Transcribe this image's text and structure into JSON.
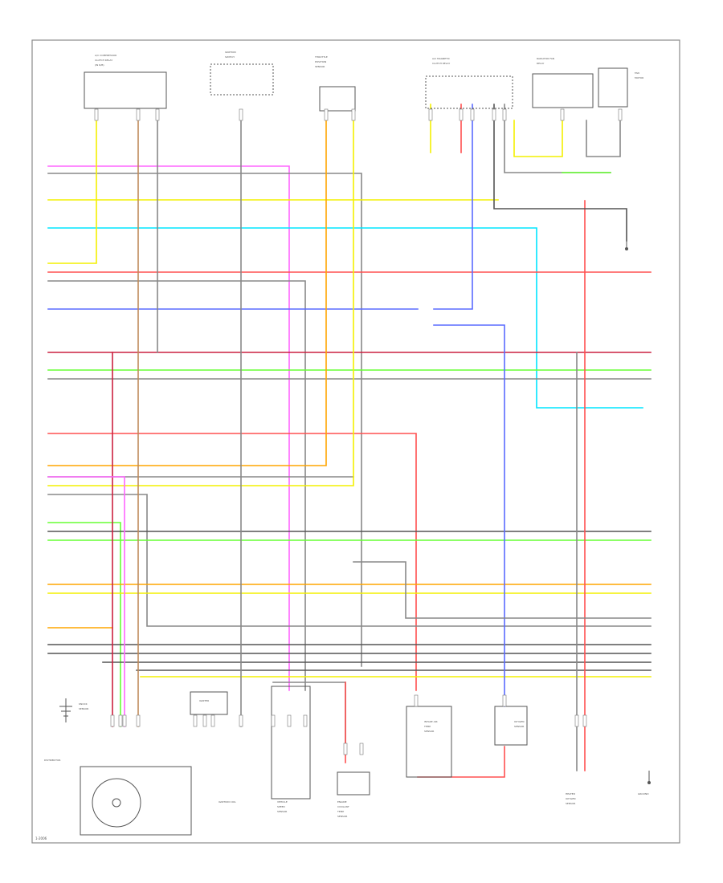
{
  "page_label": "1-2006",
  "colors": {
    "yellow": "#f4f000",
    "red": "#ff5050",
    "darkred": "#cc2040",
    "green": "#66ff33",
    "cyan": "#00e5ff",
    "blue": "#5a6bff",
    "pink": "#ff66ff",
    "orange": "#ffa500",
    "gray": "#888888",
    "darkgray": "#555555",
    "brown": "#c08a5a"
  },
  "components": [
    {
      "id": "top-left-module",
      "lines": [
        "A/C COMPRESSOR",
        "CLUTCH RELAY",
        "(IN R/B)"
      ]
    },
    {
      "id": "ignition-switch",
      "lines": [
        "IGNITION",
        "SWITCH"
      ]
    },
    {
      "id": "top-center-module",
      "lines": [
        "THROTTLE",
        "POSITION",
        "SENSOR"
      ]
    },
    {
      "id": "top-right-relay",
      "lines": [
        "A/C MAGNETIC",
        "CLUTCH RELAY"
      ]
    },
    {
      "id": "top-far-right-relay",
      "lines": [
        "RADIATOR FAN",
        "RELAY"
      ]
    },
    {
      "id": "top-corner",
      "lines": [
        "FAN",
        "MOTOR"
      ]
    },
    {
      "id": "bottom-left-sensor",
      "lines": [
        "KNOCK",
        "SENSOR"
      ]
    },
    {
      "id": "distributor",
      "lines": [
        "DISTRIBUTOR"
      ]
    },
    {
      "id": "igniter",
      "lines": [
        "IGNITER"
      ]
    },
    {
      "id": "ignition-coil",
      "lines": [
        "IGNITION COIL"
      ]
    },
    {
      "id": "bottom-center-sensor",
      "lines": [
        "VEHICLE",
        "SPEED",
        "SENSOR"
      ]
    },
    {
      "id": "bottom-center-sensor2",
      "lines": [
        "ENGINE",
        "COOLANT",
        "TEMP",
        "SENSOR"
      ]
    },
    {
      "id": "bottom-right-sensor",
      "lines": [
        "INTAKE AIR",
        "TEMP",
        "SENSOR"
      ]
    },
    {
      "id": "bottom-right-sensor2",
      "lines": [
        "OXYGEN",
        "SENSOR"
      ]
    },
    {
      "id": "bottom-far-right",
      "lines": [
        "HEATED",
        "OXYGEN",
        "SENSOR"
      ]
    },
    {
      "id": "bottom-corner",
      "lines": [
        "GROUND"
      ]
    }
  ]
}
